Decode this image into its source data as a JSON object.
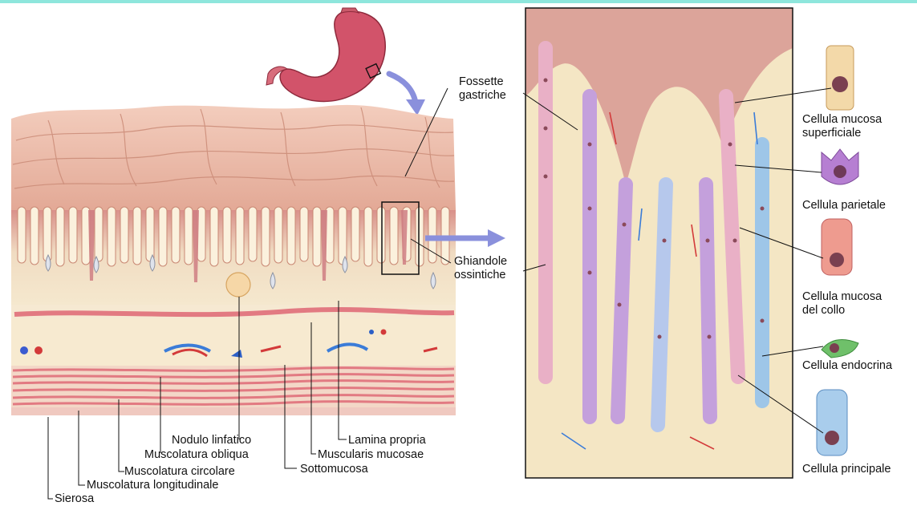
{
  "tissue_labels": {
    "fossette_gastriche": "Fossette\ngastriche",
    "ghiandole_ossintiche": "Ghiandole\nossintiche",
    "nodulo_linfatico": "Nodulo linfatico",
    "muscolatura_obliqua": "Muscolatura obliqua",
    "lamina_propria": "Lamina propria",
    "muscularis_mucosae": "Muscularis mucosae",
    "muscolatura_circolare": "Muscolatura circolare",
    "sottomucosa": "Sottomucosa",
    "muscolatura_longitudinale": "Muscolatura longitudinale",
    "sierosa": "Sierosa"
  },
  "cell_labels": {
    "mucosa_superficiale": "Cellula mucosa\nsuperficiale",
    "parietale": "Cellula parietale",
    "mucosa_collo": "Cellula mucosa\ndel collo",
    "endocrina": "Cellula endocrina",
    "principale": "Cellula principale"
  },
  "colors": {
    "accent_bar": "#8ee6dc",
    "arrow": "#7f86d6",
    "mucosa": "#e9b6a4",
    "submucosa": "#f4e6c8",
    "muscle": "#e27a82"
  }
}
